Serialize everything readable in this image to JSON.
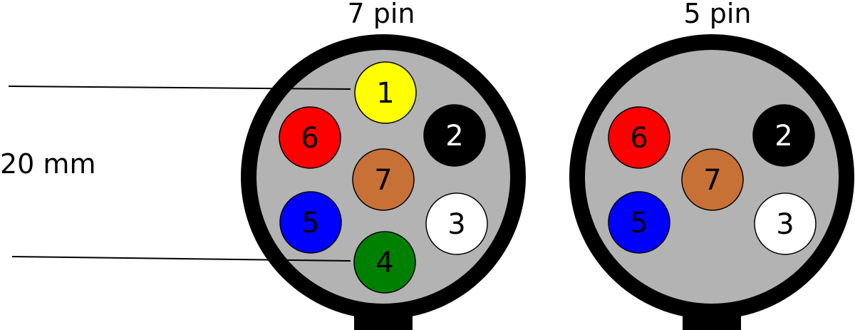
{
  "diagram": {
    "dimension_label": "20 mm",
    "connectors": [
      {
        "id": "seven-pin",
        "title": "7 pin",
        "pins": [
          {
            "number": "1",
            "color": "#ffff00",
            "text_color": "#000000"
          },
          {
            "number": "2",
            "color": "#000000",
            "text_color": "#ffffff"
          },
          {
            "number": "3",
            "color": "#ffffff",
            "text_color": "#000000"
          },
          {
            "number": "4",
            "color": "#008000",
            "text_color": "#000000"
          },
          {
            "number": "5",
            "color": "#0000ff",
            "text_color": "#000000"
          },
          {
            "number": "6",
            "color": "#ff0000",
            "text_color": "#000000"
          },
          {
            "number": "7",
            "color": "#c87137",
            "text_color": "#000000"
          }
        ]
      },
      {
        "id": "five-pin",
        "title": "5 pin",
        "pins": [
          {
            "number": "2",
            "color": "#000000",
            "text_color": "#ffffff"
          },
          {
            "number": "3",
            "color": "#ffffff",
            "text_color": "#000000"
          },
          {
            "number": "5",
            "color": "#0000ff",
            "text_color": "#000000"
          },
          {
            "number": "6",
            "color": "#ff0000",
            "text_color": "#000000"
          },
          {
            "number": "7",
            "color": "#c87137",
            "text_color": "#000000"
          }
        ]
      }
    ],
    "colors": {
      "housing_ring": "#000000",
      "housing_face": "#b3b3b3"
    }
  }
}
